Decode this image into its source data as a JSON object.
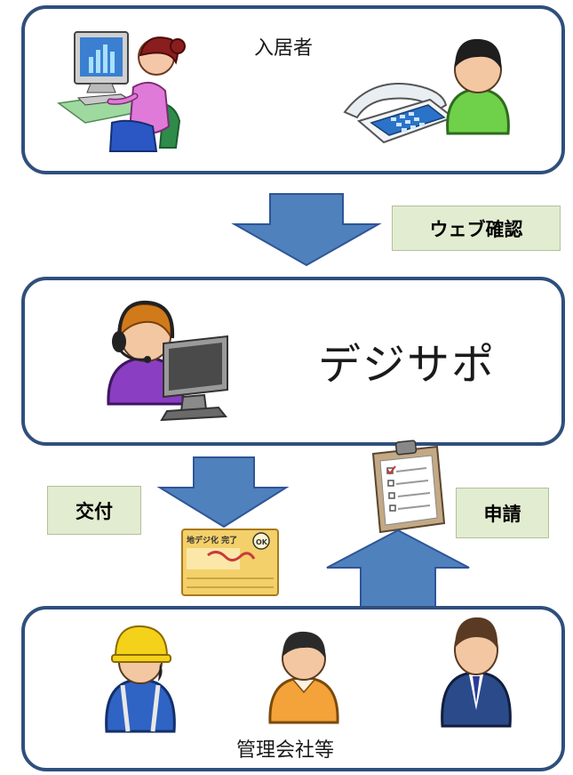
{
  "residents_box": {
    "label": "入居者"
  },
  "center_box": {
    "label": "デジサポ"
  },
  "management_box": {
    "label": "管理会社等"
  },
  "tags": {
    "web_confirm": "ウェブ確認",
    "issue": "交付",
    "apply": "申請"
  },
  "card": {
    "title": "地デジ化 完了",
    "badge": "OK"
  },
  "colors": {
    "box_border": "#2f4f7c",
    "arrow_fill": "#4f81bd",
    "arrow_stroke": "#2f5597",
    "tag_fill": "#e2ecd0"
  },
  "icons": [
    "computer-user-icon",
    "telephone-icon",
    "person-green-icon",
    "operator-headset-icon",
    "monitor-icon",
    "clipboard-icon",
    "certificate-card-icon",
    "worker-helmet-icon",
    "person-orange-icon",
    "businessman-icon"
  ]
}
